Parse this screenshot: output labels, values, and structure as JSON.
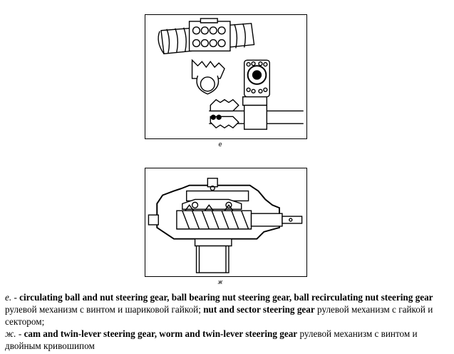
{
  "figures": {
    "e": {
      "label": "е"
    },
    "zh": {
      "label": "ж"
    }
  },
  "caption": {
    "line1": {
      "letter": "е.",
      "dash": " - ",
      "term1": "circulating ball and nut steering gear,",
      "term2": "ball bearing nut steering gear,",
      "term3": "ball recirculating nut steering gear",
      "ru1": "рулевой механизм с винтом и шариковой гайкой;",
      "term4": "nut and sector steering gear",
      "ru2": "рулевой механизм с гайкой и сектором;"
    },
    "line2": {
      "letter": "ж.",
      "dash": " - ",
      "term1": "cam and twin-lever steering gear,",
      "term2": "worm and twin-lever steering gear",
      "ru1": "рулевой механизм с винтом и двойным кривошипом"
    }
  }
}
